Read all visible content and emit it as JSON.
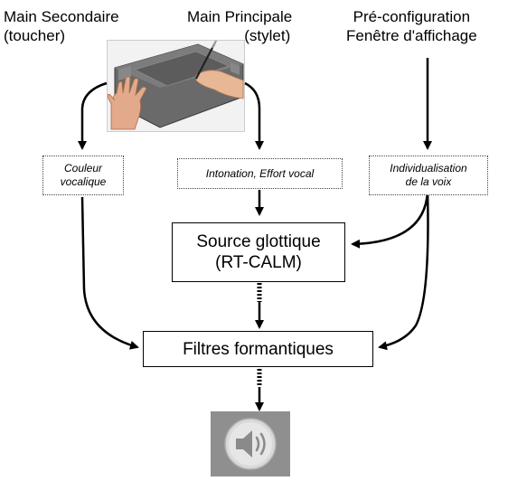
{
  "labels": {
    "secondary_hand_line1": "Main Secondaire",
    "secondary_hand_line2": "(toucher)",
    "primary_hand_line1": "Main Principale",
    "primary_hand_line2": "(stylet)",
    "preconfig_line1": "Pré-configuration",
    "preconfig_line2": "Fenêtre d'affichage"
  },
  "parameter_boxes": {
    "vocal_color_line1": "Couleur",
    "vocal_color_line2": "vocalique",
    "intonation": "Intonation, Effort vocal",
    "individualisation_line1": "Individualisation",
    "individualisation_line2": "de la voix"
  },
  "process_boxes": {
    "glottal_source_line1": "Source glottique",
    "glottal_source_line2": "(RT-CALM)",
    "formant_filters": "Filtres formantiques"
  },
  "icons": {
    "tablet": "graphics-tablet-with-hand-and-stylus",
    "speaker": "speaker-icon"
  }
}
